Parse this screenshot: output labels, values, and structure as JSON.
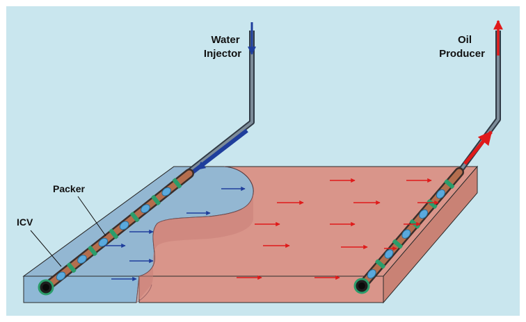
{
  "labels": {
    "water_injector": [
      "Water",
      "Injector"
    ],
    "oil_producer": [
      "Oil",
      "Producer"
    ],
    "packer": "Packer",
    "icv": "ICV"
  },
  "colors": {
    "background": "#c9e6ee",
    "frame": "#ffffff",
    "water_zone": "#8fb8d6",
    "oil_zone": "#d9958a",
    "pipe": "#4d5a66",
    "liner": "#b46e4e",
    "packer": "#2b9d6b",
    "icv": "#5aa9dd",
    "water_arrow": "#1f3e9c",
    "oil_arrow": "#e01a1a"
  },
  "icons": {
    "flow_arrow": "arrow-right-icon",
    "injection_arrow": "arrow-down-icon",
    "production_arrow": "arrow-up-icon"
  }
}
